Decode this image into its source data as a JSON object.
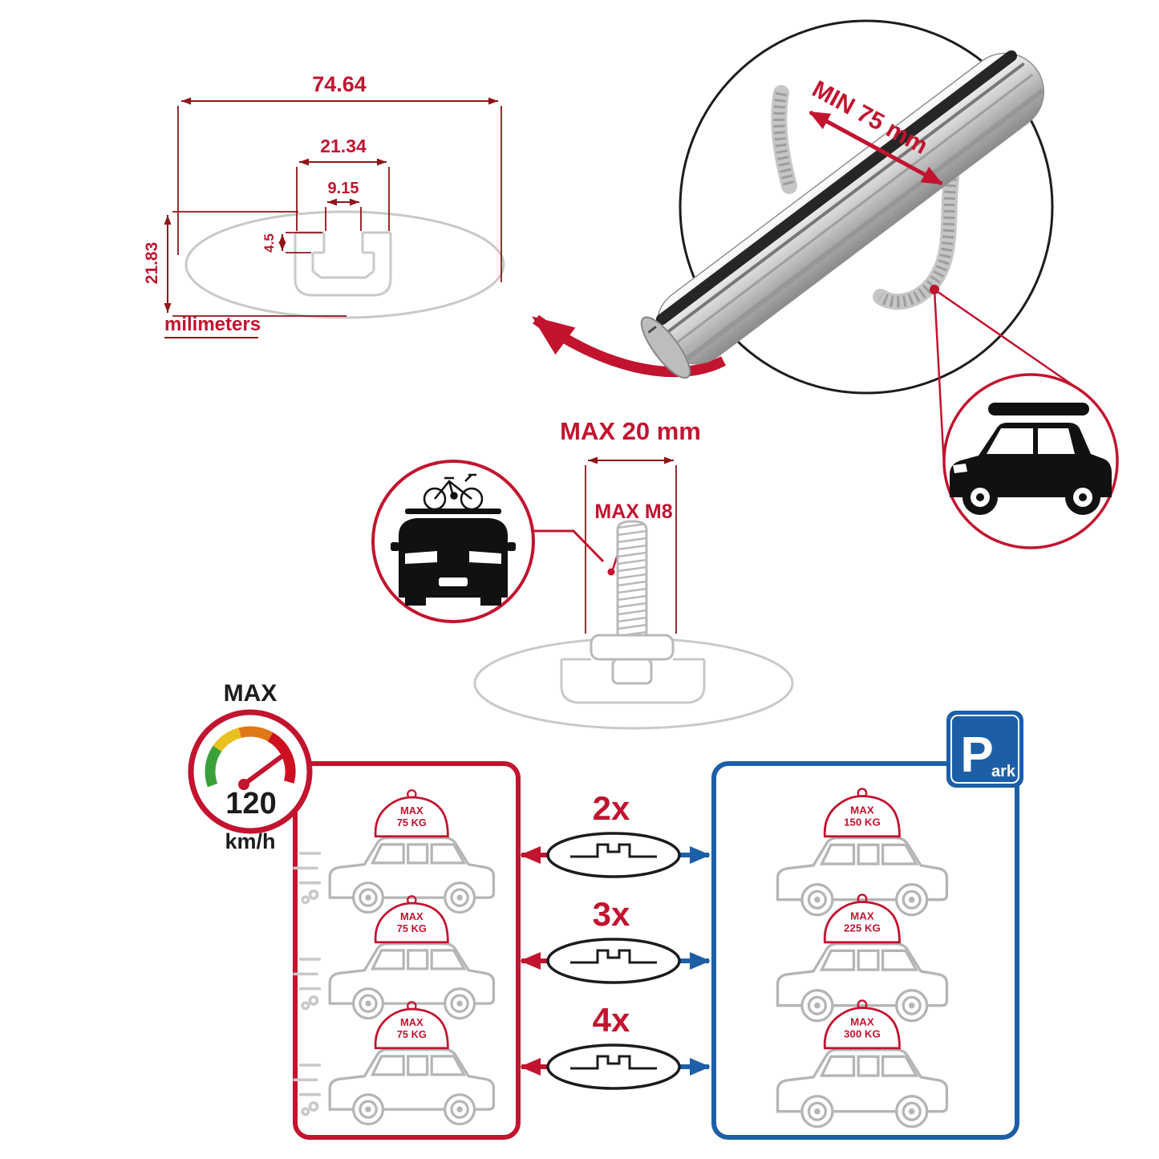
{
  "colors": {
    "accent_red": "#c2142f",
    "accent_blue": "#1d5fa7",
    "drawing_gray": "#c9c9c9",
    "car_gray": "#b5b5b5",
    "black": "#1c1c1c"
  },
  "section_dimensions": {
    "total_width": "74.64",
    "channel_width": "21.34",
    "slot_width": "9.15",
    "slot_depth": "4.5",
    "total_height": "21.83",
    "units": "milimeters"
  },
  "bar_view": {
    "min_clearance": "MIN 75 mm"
  },
  "bolt_view": {
    "max_width": "MAX 20 mm",
    "max_thread": "MAX M8"
  },
  "speed_limit": {
    "label": "MAX",
    "value": "120",
    "unit": "km/h"
  },
  "crossbar_counts": [
    "2x",
    "3x",
    "4x"
  ],
  "driving_panel": {
    "cars": [
      {
        "max": "MAX",
        "load": "75 KG"
      },
      {
        "max": "MAX",
        "load": "75 KG"
      },
      {
        "max": "MAX",
        "load": "75 KG"
      }
    ]
  },
  "parking_panel": {
    "sign": {
      "letter": "P",
      "suffix": "ark"
    },
    "cars": [
      {
        "max": "MAX",
        "load": "150 KG"
      },
      {
        "max": "MAX",
        "load": "225 KG"
      },
      {
        "max": "MAX",
        "load": "300 KG"
      }
    ]
  }
}
